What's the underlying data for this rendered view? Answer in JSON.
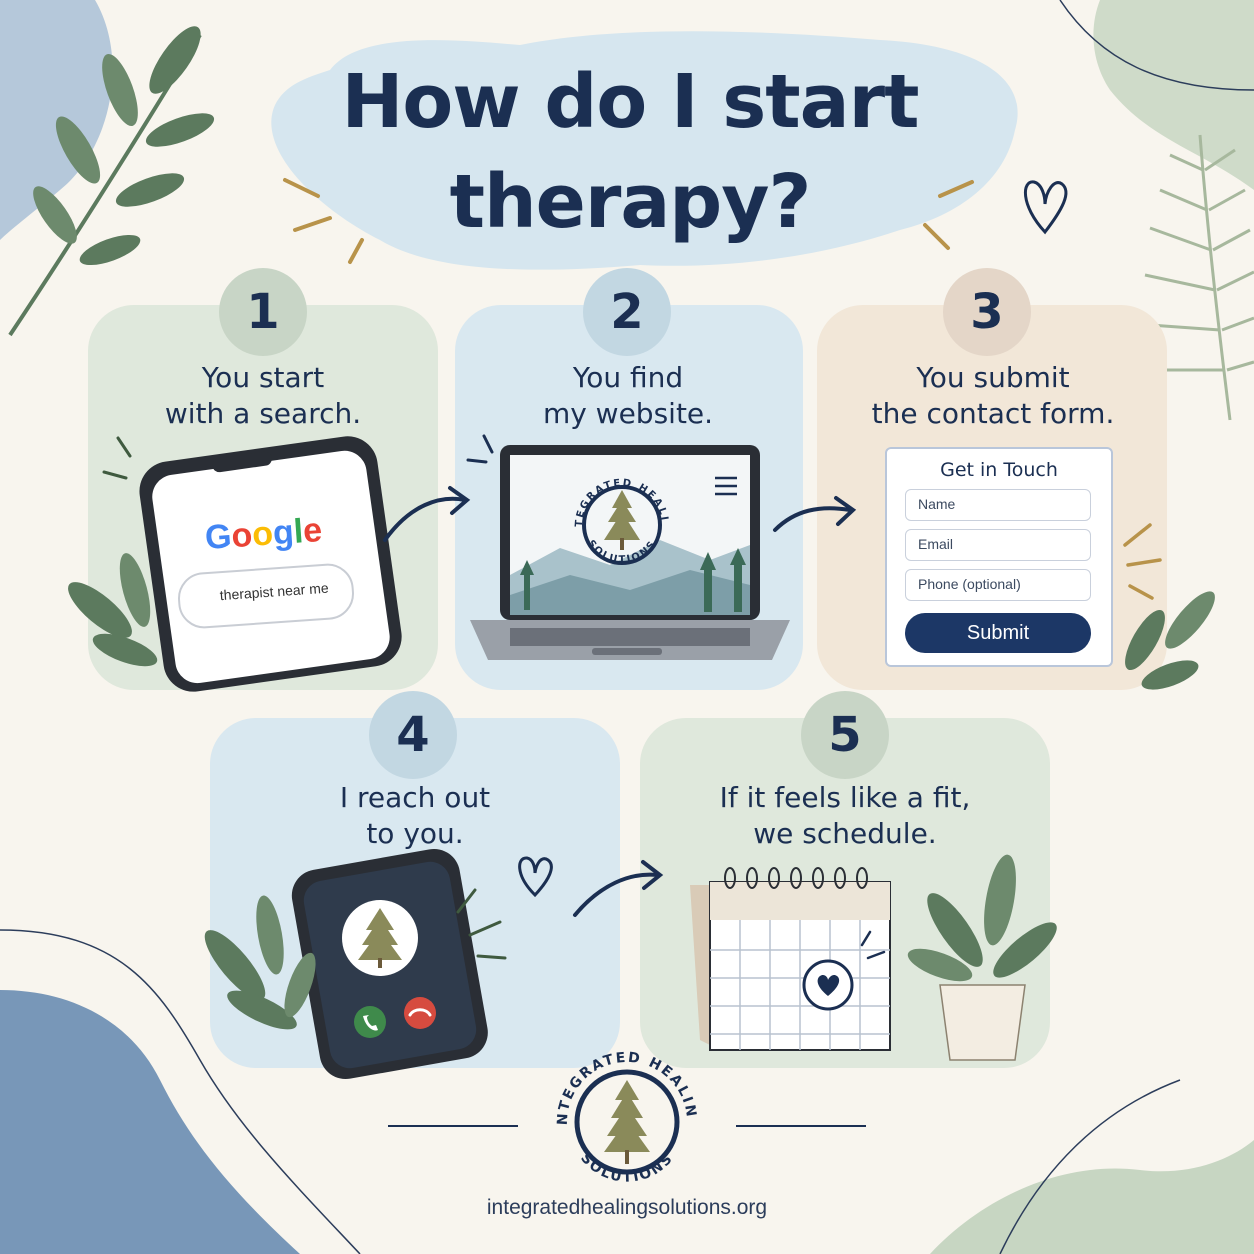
{
  "title": {
    "line1": "How do I start",
    "line2": "therapy?"
  },
  "steps": [
    {
      "number": "1",
      "line1": "You start",
      "line2": "with a search."
    },
    {
      "number": "2",
      "line1": "You find",
      "line2": "my website."
    },
    {
      "number": "3",
      "line1": "You submit",
      "line2": "the contact form."
    },
    {
      "number": "4",
      "line1": "I reach out",
      "line2": "to you."
    },
    {
      "number": "5",
      "line1": "If it feels like a fit,",
      "line2": "we schedule."
    }
  ],
  "search_mock": {
    "brand": "Google",
    "query": "therapist near me"
  },
  "contact_form": {
    "title": "Get in Touch",
    "fields": [
      "Name",
      "Email",
      "Phone (optional)"
    ],
    "submit_label": "Submit"
  },
  "logo": {
    "line1": "INTEGRATED HEALING",
    "line2": "SOLUTIONS"
  },
  "footer": {
    "url": "integratedhealingsolutions.org"
  },
  "colors": {
    "navy": "#1b2f52",
    "sage": "#dfe8dc",
    "sky": "#d9e8f0",
    "peach": "#f2e7d8",
    "leaf": "#5c7a5e",
    "gold": "#b8934a",
    "google_blue": "#4285F4",
    "google_red": "#EA4335",
    "google_yellow": "#FBBC05",
    "google_green": "#34A853",
    "call_green": "#3f8a4b",
    "call_red": "#d64b3f"
  }
}
